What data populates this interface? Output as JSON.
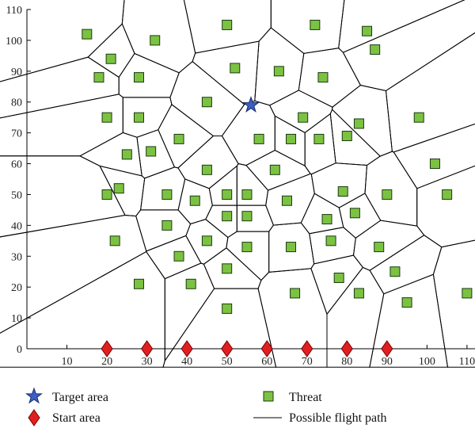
{
  "chart_data": {
    "type": "scatter",
    "title": "",
    "xlabel": "",
    "ylabel": "",
    "xlim": [
      0,
      112
    ],
    "ylim": [
      0,
      110
    ],
    "x_ticks": [
      10,
      20,
      30,
      40,
      50,
      60,
      70,
      80,
      90,
      100,
      110
    ],
    "y_ticks": [
      0,
      10,
      20,
      30,
      40,
      50,
      60,
      70,
      80,
      90,
      100,
      110
    ],
    "grid": false,
    "legend_position": "bottom",
    "colors": {
      "threat_fill": "#7cc242",
      "threat_stroke": "#1b3a10",
      "start_fill": "#e02020",
      "start_stroke": "#7a0000",
      "target_fill": "#3b5fc0",
      "target_stroke": "#1a2f70",
      "edge": "#000000"
    },
    "legend": {
      "target": "Target area",
      "start": "Start area",
      "threat": "Threat",
      "path": "Possible flight path"
    },
    "target": {
      "name": "Target area",
      "x": 56,
      "y": 79
    },
    "start_points": {
      "name": "Start area",
      "points": [
        [
          20,
          0
        ],
        [
          30,
          0
        ],
        [
          40,
          0
        ],
        [
          50,
          0
        ],
        [
          60,
          0
        ],
        [
          70,
          0
        ],
        [
          80,
          0
        ],
        [
          90,
          0
        ]
      ]
    },
    "threats": {
      "name": "Threat",
      "points": [
        [
          15,
          102
        ],
        [
          21,
          94
        ],
        [
          18,
          88
        ],
        [
          28,
          88
        ],
        [
          32,
          100
        ],
        [
          50,
          105
        ],
        [
          72,
          105
        ],
        [
          85,
          103
        ],
        [
          87,
          97
        ],
        [
          52,
          91
        ],
        [
          63,
          90
        ],
        [
          74,
          88
        ],
        [
          45,
          80
        ],
        [
          20,
          75
        ],
        [
          28,
          75
        ],
        [
          69,
          75
        ],
        [
          83,
          73
        ],
        [
          98,
          75
        ],
        [
          73,
          68
        ],
        [
          80,
          69
        ],
        [
          38,
          68
        ],
        [
          58,
          68
        ],
        [
          66,
          68
        ],
        [
          25,
          63
        ],
        [
          31,
          64
        ],
        [
          102,
          60
        ],
        [
          45,
          58
        ],
        [
          62,
          58
        ],
        [
          23,
          52
        ],
        [
          20,
          50
        ],
        [
          35,
          50
        ],
        [
          50,
          50
        ],
        [
          55,
          50
        ],
        [
          79,
          51
        ],
        [
          90,
          50
        ],
        [
          105,
          50
        ],
        [
          42,
          48
        ],
        [
          65,
          48
        ],
        [
          50,
          43
        ],
        [
          55,
          43
        ],
        [
          75,
          42
        ],
        [
          82,
          44
        ],
        [
          35,
          40
        ],
        [
          22,
          35
        ],
        [
          45,
          35
        ],
        [
          55,
          33
        ],
        [
          66,
          33
        ],
        [
          76,
          35
        ],
        [
          88,
          33
        ],
        [
          38,
          30
        ],
        [
          50,
          26
        ],
        [
          92,
          25
        ],
        [
          28,
          21
        ],
        [
          41,
          21
        ],
        [
          78,
          23
        ],
        [
          67,
          18
        ],
        [
          83,
          18
        ],
        [
          95,
          15
        ],
        [
          110,
          18
        ],
        [
          50,
          13
        ]
      ]
    }
  }
}
